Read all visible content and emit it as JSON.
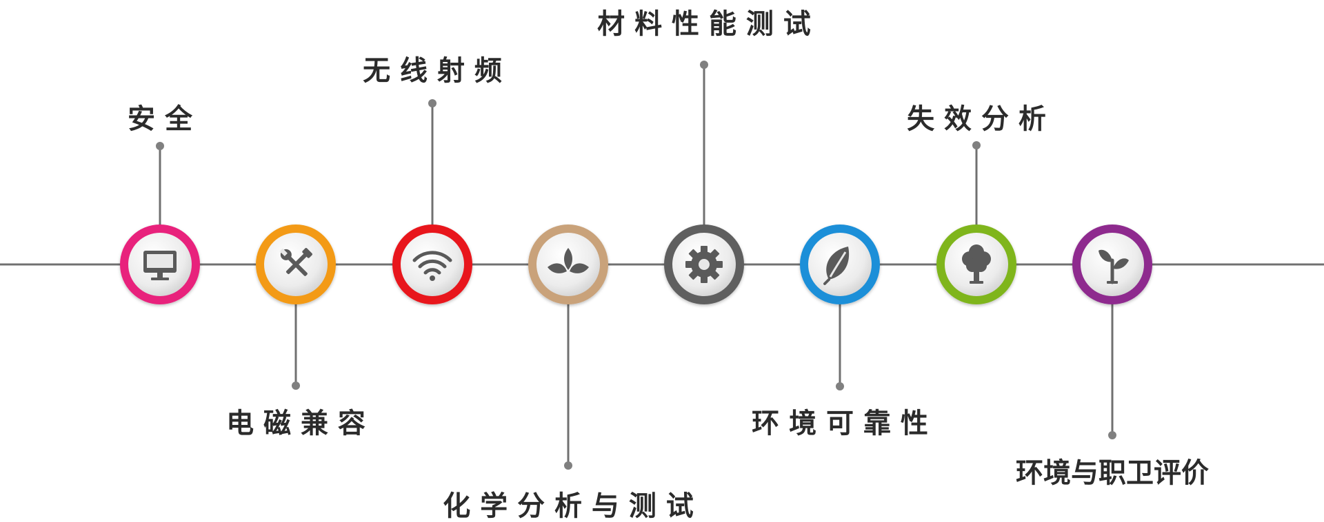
{
  "timeline": {
    "line_color": "#707070",
    "nodes": [
      {
        "label": "安 全",
        "icon": "monitor-icon",
        "ring_color": "#e8207c",
        "side": "top"
      },
      {
        "label": "电 磁 兼 容",
        "icon": "tools-icon",
        "ring_color": "#f39a12",
        "side": "bottom"
      },
      {
        "label": "无 线 射 频",
        "icon": "wifi-icon",
        "ring_color": "#e8141b",
        "side": "top"
      },
      {
        "label": "化 学 分 析 与 测 试",
        "icon": "plant-sprout-icon",
        "ring_color": "#c9a27a",
        "side": "bottom"
      },
      {
        "label": "材 料 性 能 测 试",
        "icon": "gear-icon",
        "ring_color": "#5e5e5e",
        "side": "top"
      },
      {
        "label": "环 境 可 靠 性",
        "icon": "leaf-icon",
        "ring_color": "#1c8fd8",
        "side": "bottom"
      },
      {
        "label": "失 效 分 析",
        "icon": "tree-icon",
        "ring_color": "#7fb51d",
        "side": "top"
      },
      {
        "label": "环境与职卫评价",
        "icon": "seedling-icon",
        "ring_color": "#8e2a8e",
        "side": "bottom"
      }
    ]
  }
}
